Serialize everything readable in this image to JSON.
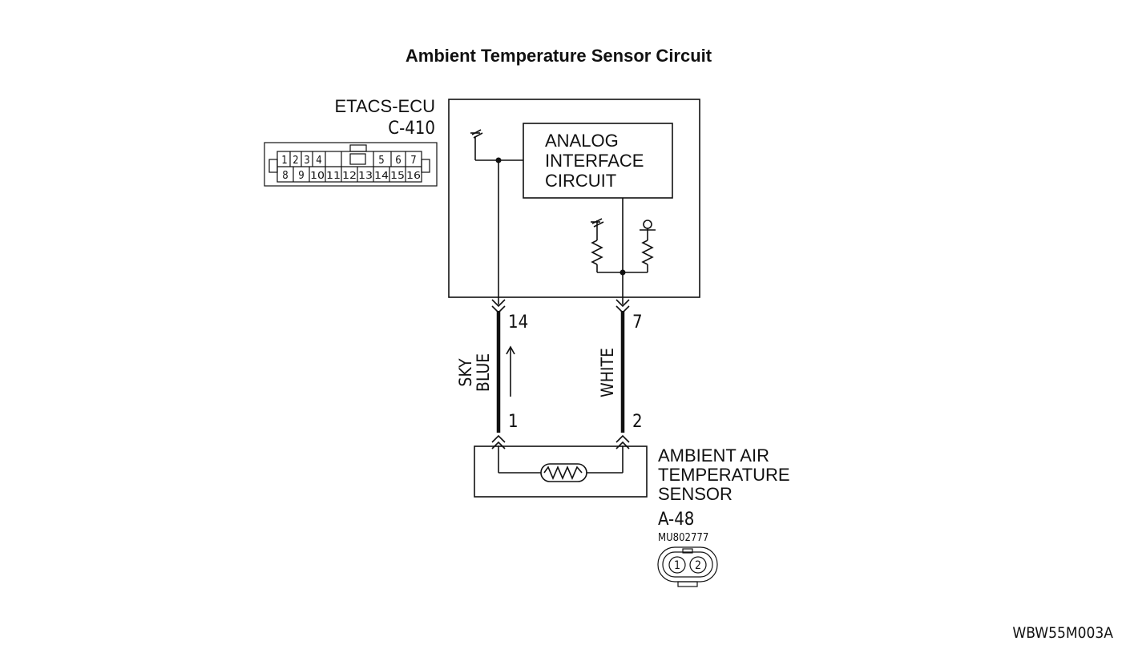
{
  "diagram": {
    "title": "Ambient Temperature Sensor Circuit",
    "image_code": "WBW55M003A",
    "ecu": {
      "name": "ETACS-ECU",
      "connector": "C-410",
      "inner_block": [
        "ANALOG",
        "INTERFACE",
        "CIRCUIT"
      ],
      "connector_pins_top": [
        "1",
        "2",
        "3",
        "4",
        "5",
        "6",
        "7"
      ],
      "connector_pins_bottom": [
        "8",
        "9",
        "10",
        "11",
        "12",
        "13",
        "14",
        "15",
        "16"
      ]
    },
    "wires": [
      {
        "color_lines": [
          "SKY",
          "BLUE"
        ],
        "ecu_pin": "14",
        "sensor_pin": "1",
        "current_arrow": "up"
      },
      {
        "color_lines": [
          "WHITE"
        ],
        "ecu_pin": "7",
        "sensor_pin": "2"
      }
    ],
    "sensor": {
      "name_lines": [
        "AMBIENT AIR",
        "TEMPERATURE",
        "SENSOR"
      ],
      "connector": "A-48",
      "part_number": "MU802777",
      "connector_pins": [
        "1",
        "2"
      ]
    }
  }
}
